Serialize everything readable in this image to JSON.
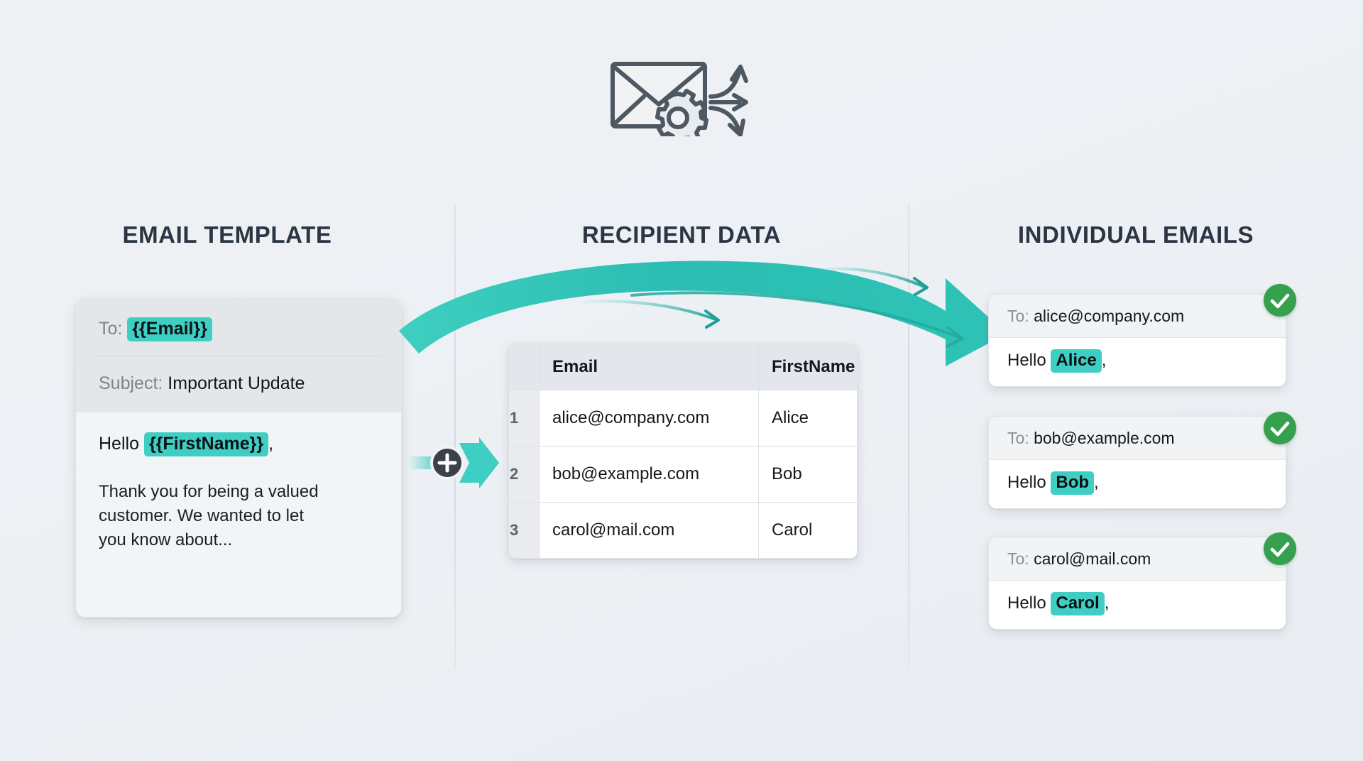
{
  "theme": {
    "background": "#eef1f5",
    "accent_teal": "#3fcec3",
    "arrow_teal": "#2cbcb0",
    "success_green": "#35a04d",
    "heading_color": "#2b3543",
    "muted_text": "#7b838c"
  },
  "header": {
    "icon": "envelope-gear-arrows-icon"
  },
  "columns": [
    {
      "id": "template",
      "title": "EMAIL TEMPLATE"
    },
    {
      "id": "data",
      "title": "RECIPIENT DATA"
    },
    {
      "id": "emails",
      "title": "INDIVIDUAL EMAILS"
    }
  ],
  "template_card": {
    "to_label": "To:",
    "to_value": "{{Email}}",
    "subject_label": "Subject:",
    "subject_value": "Important Update",
    "greeting_prefix": "Hello",
    "greeting_tag": "{{FirstName}}",
    "greeting_suffix": ",",
    "body_paragraph": "Thank you for being a valued customer. We wanted to let you know about..."
  },
  "connector": {
    "icon": "plus-icon",
    "arrow_icon": "arrow-right-icon"
  },
  "recipient_table": {
    "gutter_header": "",
    "headers": [
      "Email",
      "FirstName"
    ],
    "rows": [
      {
        "num": "1",
        "email": "alice@company.com",
        "firstname": "Alice"
      },
      {
        "num": "2",
        "email": "bob@example.com",
        "firstname": "Bob"
      },
      {
        "num": "3",
        "email": "carol@mail.com",
        "firstname": "Carol"
      }
    ]
  },
  "flow_arrow": {
    "icon": "curved-arrow-right-icon"
  },
  "email_cards": [
    {
      "to_label": "To:",
      "to_value": "alice@company.com",
      "greeting_prefix": "Hello",
      "name": "Alice",
      "greeting_suffix": ",",
      "status_icon": "check-circle-icon"
    },
    {
      "to_label": "To:",
      "to_value": "bob@example.com",
      "greeting_prefix": "Hello",
      "name": "Bob",
      "greeting_suffix": ",",
      "status_icon": "check-circle-icon"
    },
    {
      "to_label": "To:",
      "to_value": "carol@mail.com",
      "greeting_prefix": "Hello",
      "name": "Carol",
      "greeting_suffix": ",",
      "status_icon": "check-circle-icon"
    }
  ]
}
